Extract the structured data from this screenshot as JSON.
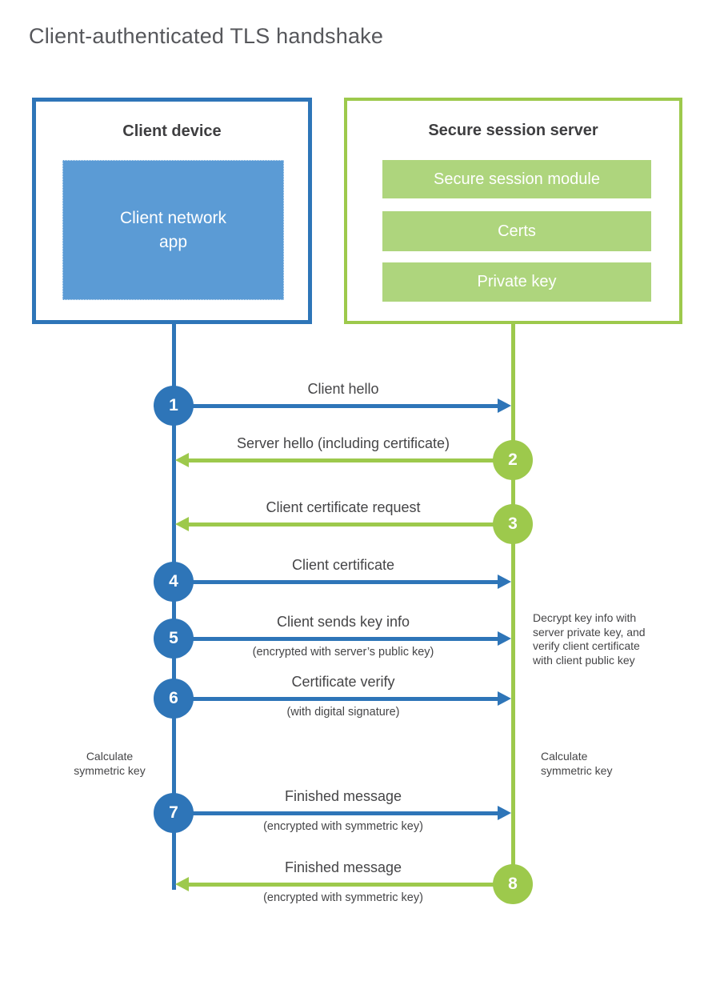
{
  "title": "Client-authenticated TLS handshake",
  "colors": {
    "client_accent": "#2e75b8",
    "client_fill": "#5b9bd5",
    "server_accent": "#9dc94c",
    "server_fill": "#aed57d",
    "text_dark": "#454547",
    "title_gray": "#56575b"
  },
  "actors": {
    "client": {
      "title": "Client device",
      "module": "Client network\napp"
    },
    "server": {
      "title": "Secure session server",
      "modules": [
        "Secure session module",
        "Certs",
        "Private key"
      ]
    }
  },
  "messages": [
    {
      "num": "1",
      "label": "Client hello",
      "from": "client"
    },
    {
      "num": "2",
      "label": "Server hello (including certificate)",
      "from": "server"
    },
    {
      "num": "3",
      "label": "Client certificate request",
      "from": "server"
    },
    {
      "num": "4",
      "label": "Client certificate",
      "from": "client"
    },
    {
      "num": "5",
      "label": "Client sends key info",
      "sublabel": "(encrypted with server’s public key)",
      "from": "client"
    },
    {
      "num": "6",
      "label": "Certificate verify",
      "sublabel": "(with digital signature)",
      "from": "client"
    },
    {
      "num": "7",
      "label": "Finished message",
      "sublabel": "(encrypted with symmetric key)",
      "from": "client"
    },
    {
      "num": "8",
      "label": "Finished message",
      "sublabel": "(encrypted with symmetric key)",
      "from": "server"
    }
  ],
  "notes": {
    "decrypt": "Decrypt key info with\nserver private key, and\nverify client certificate\nwith client public key",
    "calc_left": "Calculate\nsymmetric key",
    "calc_right": "Calculate\nsymmetric key"
  }
}
